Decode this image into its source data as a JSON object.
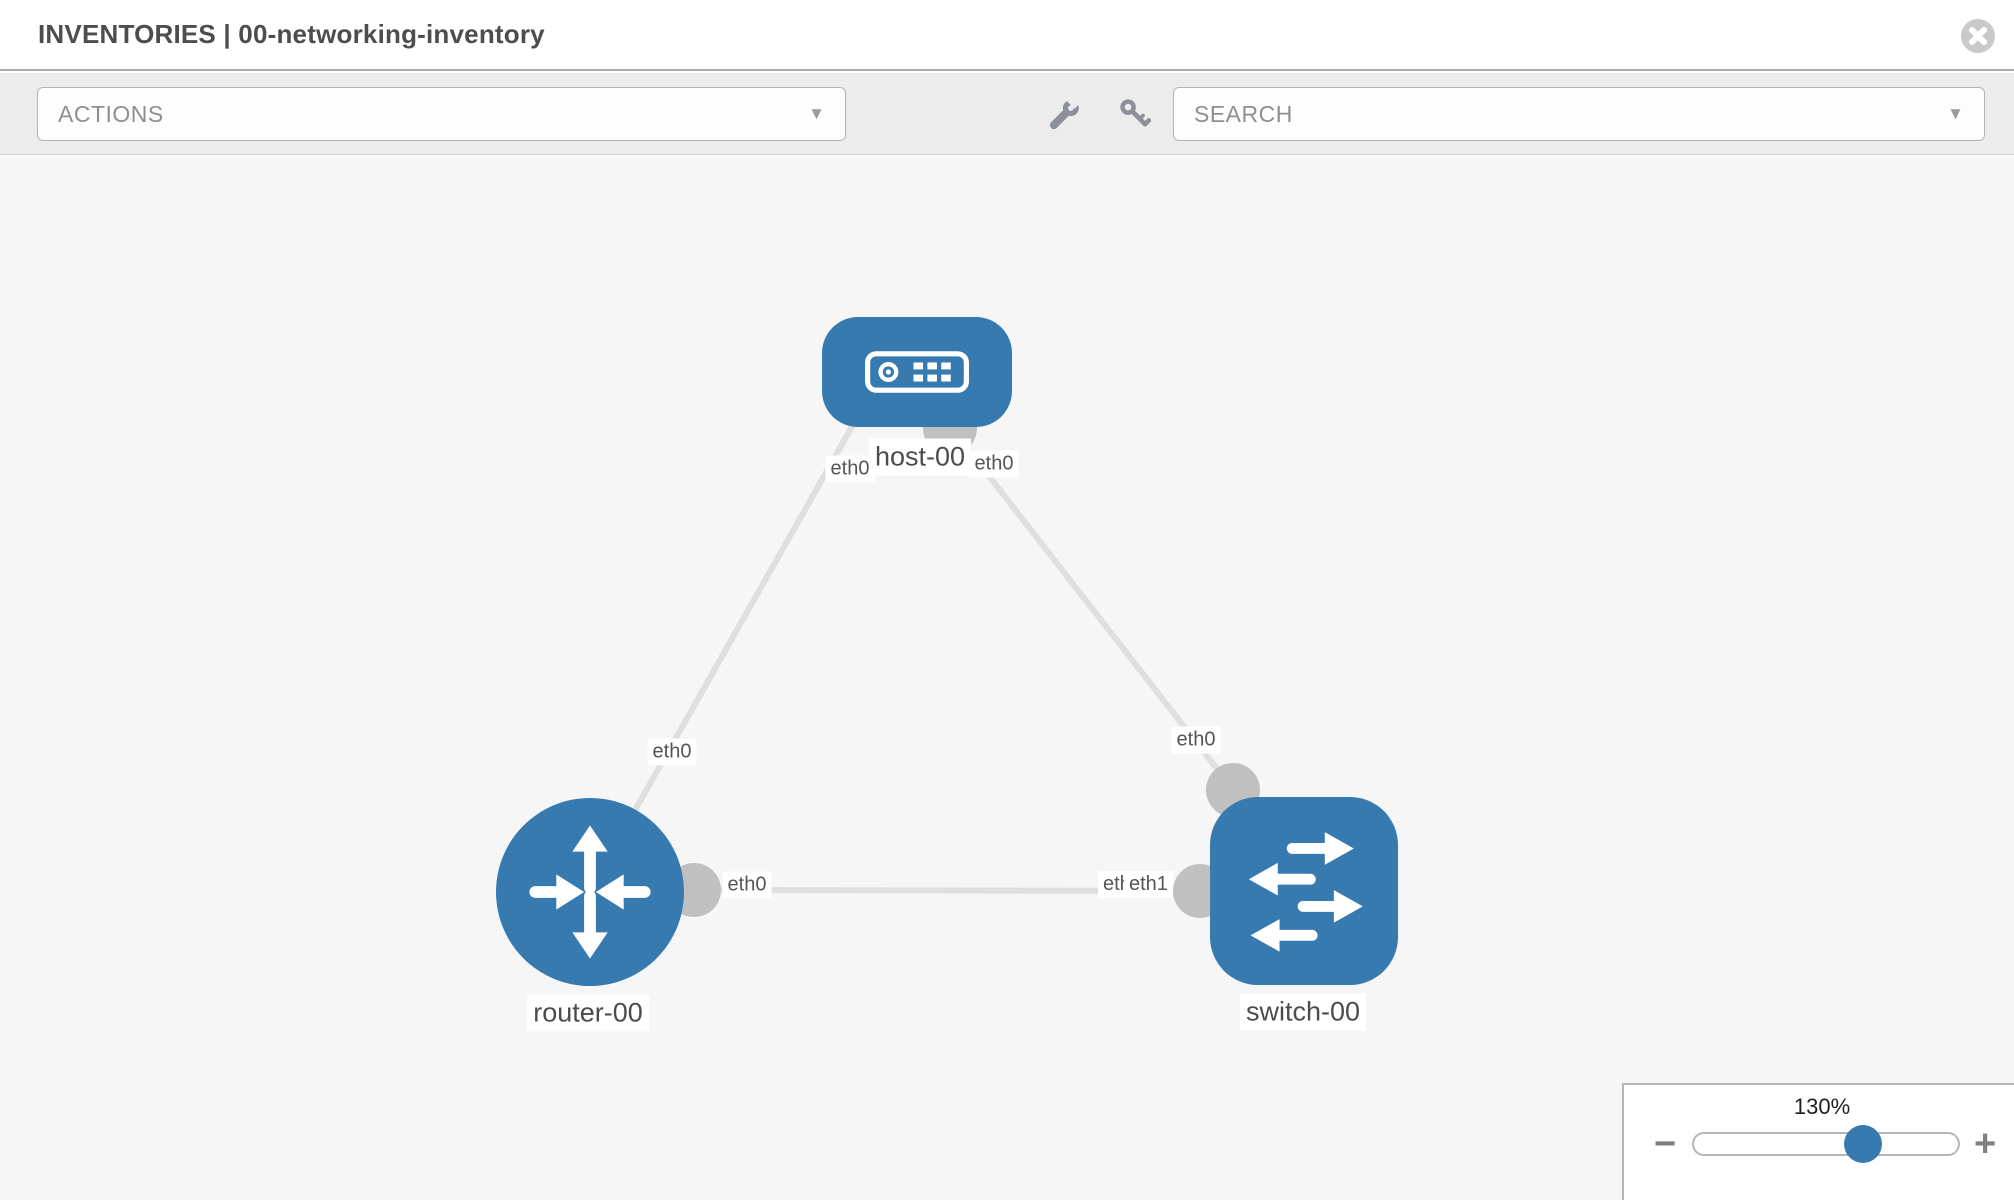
{
  "header": {
    "title": "INVENTORIES | 00-networking-inventory"
  },
  "toolbar": {
    "actions_dropdown": {
      "label": "ACTIONS"
    },
    "search_dropdown": {
      "label": "SEARCH"
    },
    "caret_glyph": "▼"
  },
  "topology": {
    "nodes": [
      {
        "name": "host-00",
        "type": "host"
      },
      {
        "name": "router-00",
        "type": "router"
      },
      {
        "name": "switch-00",
        "type": "switch"
      }
    ],
    "edges": [
      {
        "from": "host-00",
        "from_interface": "eth0",
        "to": "router-00",
        "to_interface": "eth0"
      },
      {
        "from": "host-00",
        "from_interface": "eth0",
        "to": "switch-00",
        "to_interface": "eth0"
      },
      {
        "from": "router-00",
        "from_interface": "eth0",
        "to": "switch-00",
        "to_interface": "eth1"
      }
    ],
    "overlap_chip": {
      "under": "eth0",
      "over": "eth1"
    }
  },
  "zoom_control": {
    "level": "130%",
    "minus_label": "−",
    "plus_label": "+"
  },
  "icons": {
    "close": "x-circle-icon",
    "wrench": "wrench-icon",
    "key": "key-icon",
    "dropdown_caret": "chevron-down-icon",
    "host": "server-icon",
    "router": "router-arrows-icon",
    "switch": "switch-arrows-icon",
    "zoom_out": "minus-icon",
    "zoom_in": "plus-icon"
  },
  "colors": {
    "node_blue": "#377ab0",
    "port_gray": "#c0c0c0",
    "edge_gray": "#dfdfdf",
    "icon_gray": "#8b909a",
    "toolbar_bg": "#ececec",
    "canvas_bg": "#f6f6f6"
  }
}
